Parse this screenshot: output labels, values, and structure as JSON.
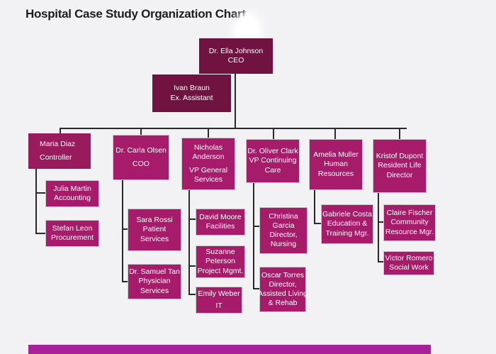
{
  "title": "Hospital Case Study Organization Chart",
  "chart": {
    "ceo": {
      "line1": "Dr. Ella Johnson",
      "line2": "CEO"
    },
    "assistant": {
      "line1": "Ivan Braun",
      "line2": "Ex. Assistant"
    },
    "executives": [
      {
        "line1": "Maria Diaz",
        "line2": "Controller"
      },
      {
        "line1": "Dr. Carla Olsen",
        "line2": "COO"
      },
      {
        "line1": "Nicholas",
        "line2": "Anderson",
        "line3": "VP General",
        "line4": "Services"
      },
      {
        "line1": "Dr. Oliver Clark",
        "line2": "VP Continuing",
        "line3": "Care"
      },
      {
        "line1": "Amelia Muller",
        "line2": "Human",
        "line3": "Resources"
      },
      {
        "line1": "Kristof Dupont",
        "line2": "Resident Life",
        "line3": "Director"
      }
    ],
    "controller_reports": [
      {
        "line1": "Julia Martin",
        "line2": "Accounting"
      },
      {
        "line1": "Stefan Leon",
        "line2": "Procurement"
      }
    ],
    "coo_reports": [
      {
        "line1": "Sara Rossi",
        "line2": "Patient",
        "line3": "Services"
      },
      {
        "line1": "Dr. Samuel Tan",
        "line2": "Physician",
        "line3": "Services"
      }
    ],
    "general_services_reports": [
      {
        "line1": "David Moore",
        "line2": "Facilities"
      },
      {
        "line1": "Suzanne",
        "line2": "Peterson",
        "line3": "Project Mgmt."
      },
      {
        "line1": "Emily Weber",
        "line2": "IT"
      }
    ],
    "continuing_care_reports": [
      {
        "line1": "Christina",
        "line2": "Garcia",
        "line3": "Director,",
        "line4": "Nursing"
      },
      {
        "line1": "Oscar Torres",
        "line2": "Director,",
        "line3": "Assisted Living",
        "line4": "& Rehab"
      }
    ],
    "hr_reports": [
      {
        "line1": "Gabriele Costa",
        "line2": "Education &",
        "line3": "Training Mgr."
      }
    ],
    "resident_life_reports": [
      {
        "line1": "Claire Fischer",
        "line2": "Community",
        "line3": "Resource Mgr."
      },
      {
        "line1": "Victor Romero",
        "line2": "Social Work"
      }
    ]
  }
}
